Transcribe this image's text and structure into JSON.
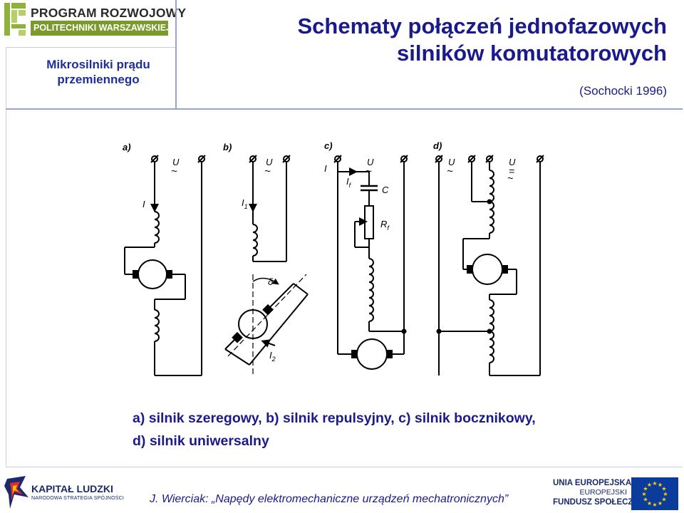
{
  "header": {
    "logo_line1": "PROGRAM ROZWOJOWY",
    "logo_line2": "POLITECHNIKI WARSZAWSKIEJ",
    "side_title": "Mikrosilniki prądu przemiennego",
    "title_line1": "Schematy połączeń jednofazowych",
    "title_line2": "silników komutatorowych",
    "citation": "(Sochocki 1996)"
  },
  "diagram": {
    "panels": [
      "a)",
      "b)",
      "c)",
      "d)"
    ],
    "labels": {
      "U": "U",
      "tilde": "~",
      "dc": "=",
      "I": "I",
      "I1": "I",
      "I1_sub": "1",
      "I2": "I",
      "I2_sub": "2",
      "If": "I",
      "If_sub": "f",
      "C": "C",
      "Rf": "R",
      "Rf_sub": "f",
      "delta": "δ"
    }
  },
  "caption": {
    "line1": "a) silnik szeregowy, b) silnik repulsyjny, c) silnik bocznikowy,",
    "line2": "d) silnik uniwersalny"
  },
  "footer": {
    "kl_name": "KAPITAŁ LUDZKI",
    "kl_sub": "NARODOWA STRATEGIA SPÓJNOŚCI",
    "author_text": "J. Wierciak: „Napędy elektromechaniczne urządzeń mechatronicznych”",
    "eu_line1": "UNIA EUROPEJSKA",
    "eu_line2": "EUROPEJSKI",
    "eu_line3": "FUNDUSZ SPOŁECZNY"
  },
  "colors": {
    "title_blue": "#1a1a8c",
    "side_title_blue": "#1f2f9a",
    "logo_green": "#7a9b2b",
    "eu_blue": "#0b3b9b",
    "eu_star": "#ffd200"
  }
}
